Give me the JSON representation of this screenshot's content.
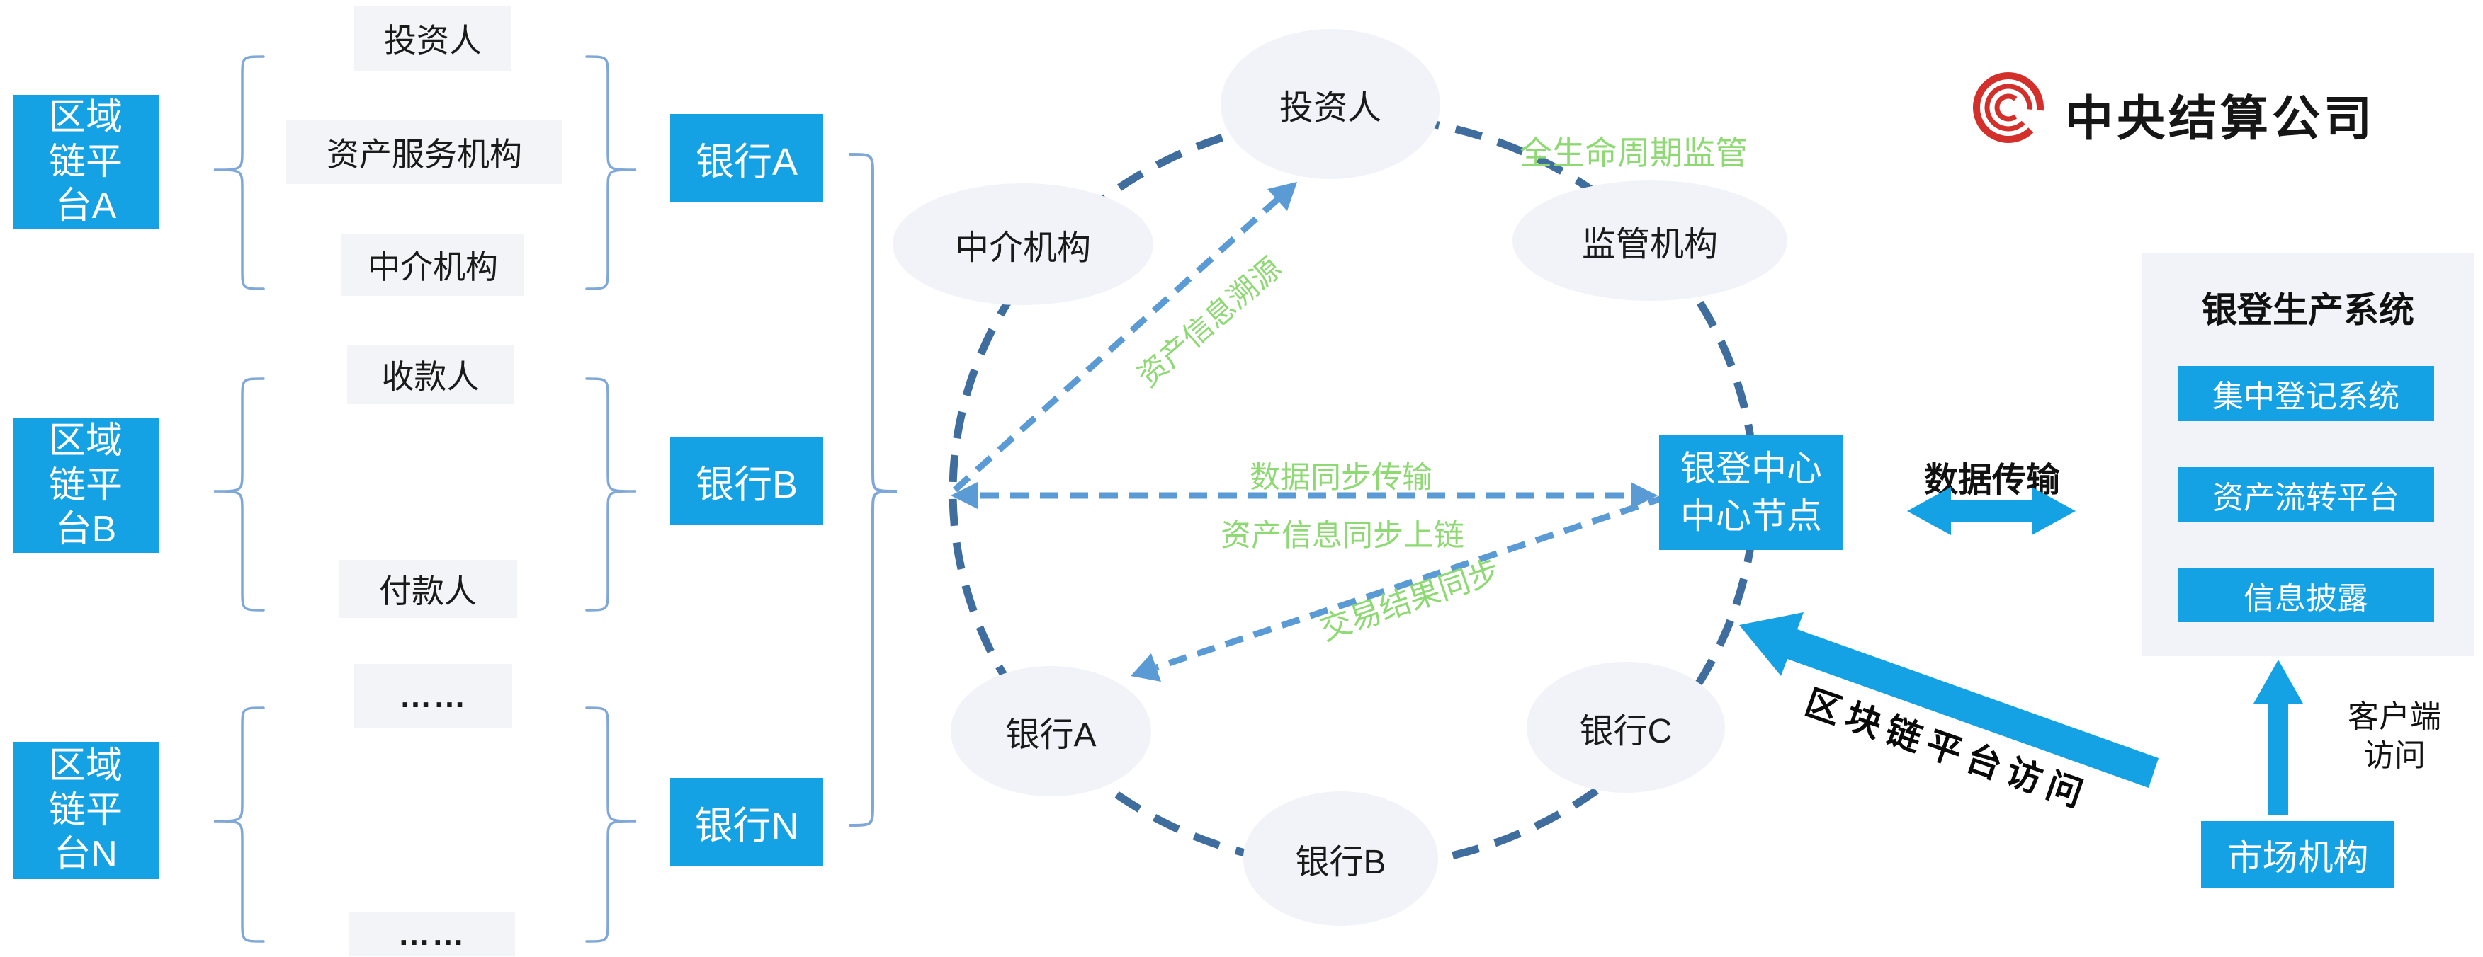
{
  "colors": {
    "accent_blue": "#14A2E4",
    "node_gray": "#F1F3F8",
    "green_label": "#8ED973",
    "dark_dash": "#3E6D9E",
    "light_dash": "#5B9BD5",
    "brace": "#7FA8D9",
    "logo_red": "#D3302C"
  },
  "groups": [
    {
      "platform_lines": [
        "区域",
        "链平",
        "台A"
      ],
      "items": [
        "投资人",
        "资产服务机构",
        "中介机构"
      ],
      "bank": "银行A"
    },
    {
      "platform_lines": [
        "区域",
        "链平",
        "台B"
      ],
      "items": [
        "收款人",
        "付款人"
      ],
      "bank": "银行B"
    },
    {
      "platform_lines": [
        "区域",
        "链平",
        "台N"
      ],
      "items": [
        "……",
        "……"
      ],
      "bank": "银行N"
    }
  ],
  "network": {
    "nodes": {
      "investor": "投资人",
      "intermediary": "中介机构",
      "regulator": "监管机构",
      "bank_a": "银行A",
      "bank_b": "银行B",
      "bank_c": "银行C"
    },
    "center_node_lines": [
      "银登中心",
      "中心节点"
    ],
    "labels": {
      "lifecycle": "全生命周期监管",
      "asset_trace": "资产信息溯源",
      "data_sync": "数据同步传输",
      "asset_onchain": "资产信息同步上链",
      "trade_result": "交易结果同步"
    }
  },
  "right": {
    "logo_text": "中央结算公司",
    "panel_title": "银登生产系统",
    "systems": [
      "集中登记系统",
      "资产流转平台",
      "信息披露"
    ],
    "data_transfer": "数据传输",
    "blockchain_access": "区块链平台访问",
    "client_access_lines": [
      "客户端",
      "访问"
    ],
    "market_org": "市场机构"
  }
}
